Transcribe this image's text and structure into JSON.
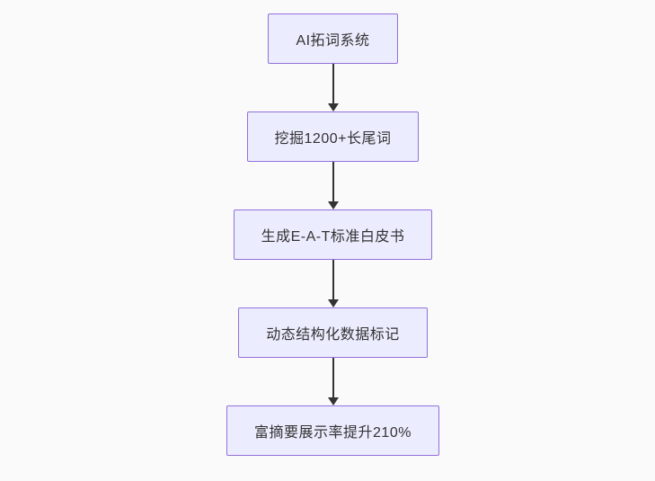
{
  "diagram": {
    "type": "flowchart",
    "direction": "top-down",
    "nodes": [
      {
        "id": "n1",
        "label": "AI拓词系统"
      },
      {
        "id": "n2",
        "label": "挖掘1200+长尾词"
      },
      {
        "id": "n3",
        "label": "生成E-A-T标准白皮书"
      },
      {
        "id": "n4",
        "label": "动态结构化数据标记"
      },
      {
        "id": "n5",
        "label": "富摘要展示率提升210%"
      }
    ],
    "edges": [
      {
        "from": "n1",
        "to": "n2"
      },
      {
        "from": "n2",
        "to": "n3"
      },
      {
        "from": "n3",
        "to": "n4"
      },
      {
        "from": "n4",
        "to": "n5"
      }
    ],
    "colors": {
      "node_fill": "#ececff",
      "node_border": "#9370db",
      "node_text": "#333333",
      "arrow": "#333333",
      "background": "#fafafa"
    }
  }
}
